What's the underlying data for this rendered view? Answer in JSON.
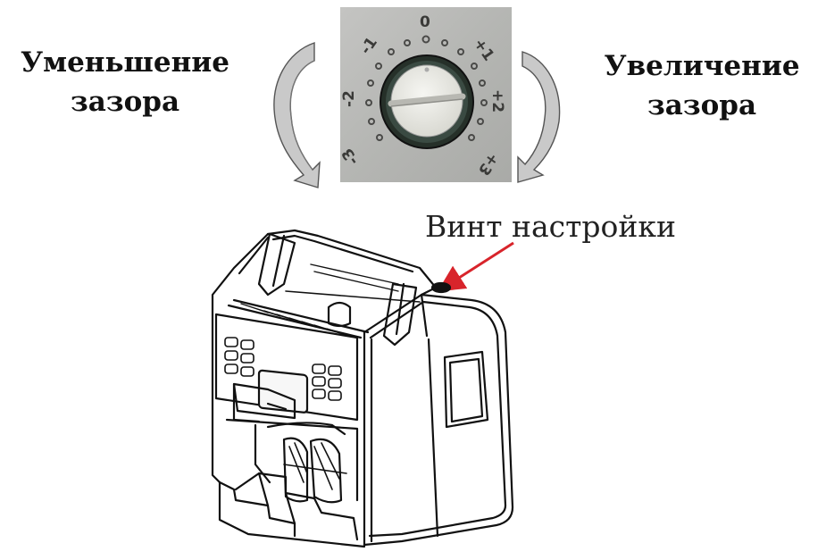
{
  "labels": {
    "decrease_line1": "Уменьшение",
    "decrease_line2": "зазора",
    "increase_line1": "Увеличение",
    "increase_line2": "зазора",
    "adjust_screw": "Винт настройки"
  },
  "dial": {
    "marks": [
      "0",
      "-1",
      "-2",
      "-3",
      "+1",
      "+2",
      "+3"
    ]
  },
  "colors": {
    "pointer_arrow": "#d8242b",
    "dial_background": "#b8b8b6",
    "knob_ring": "#1f2a26"
  }
}
